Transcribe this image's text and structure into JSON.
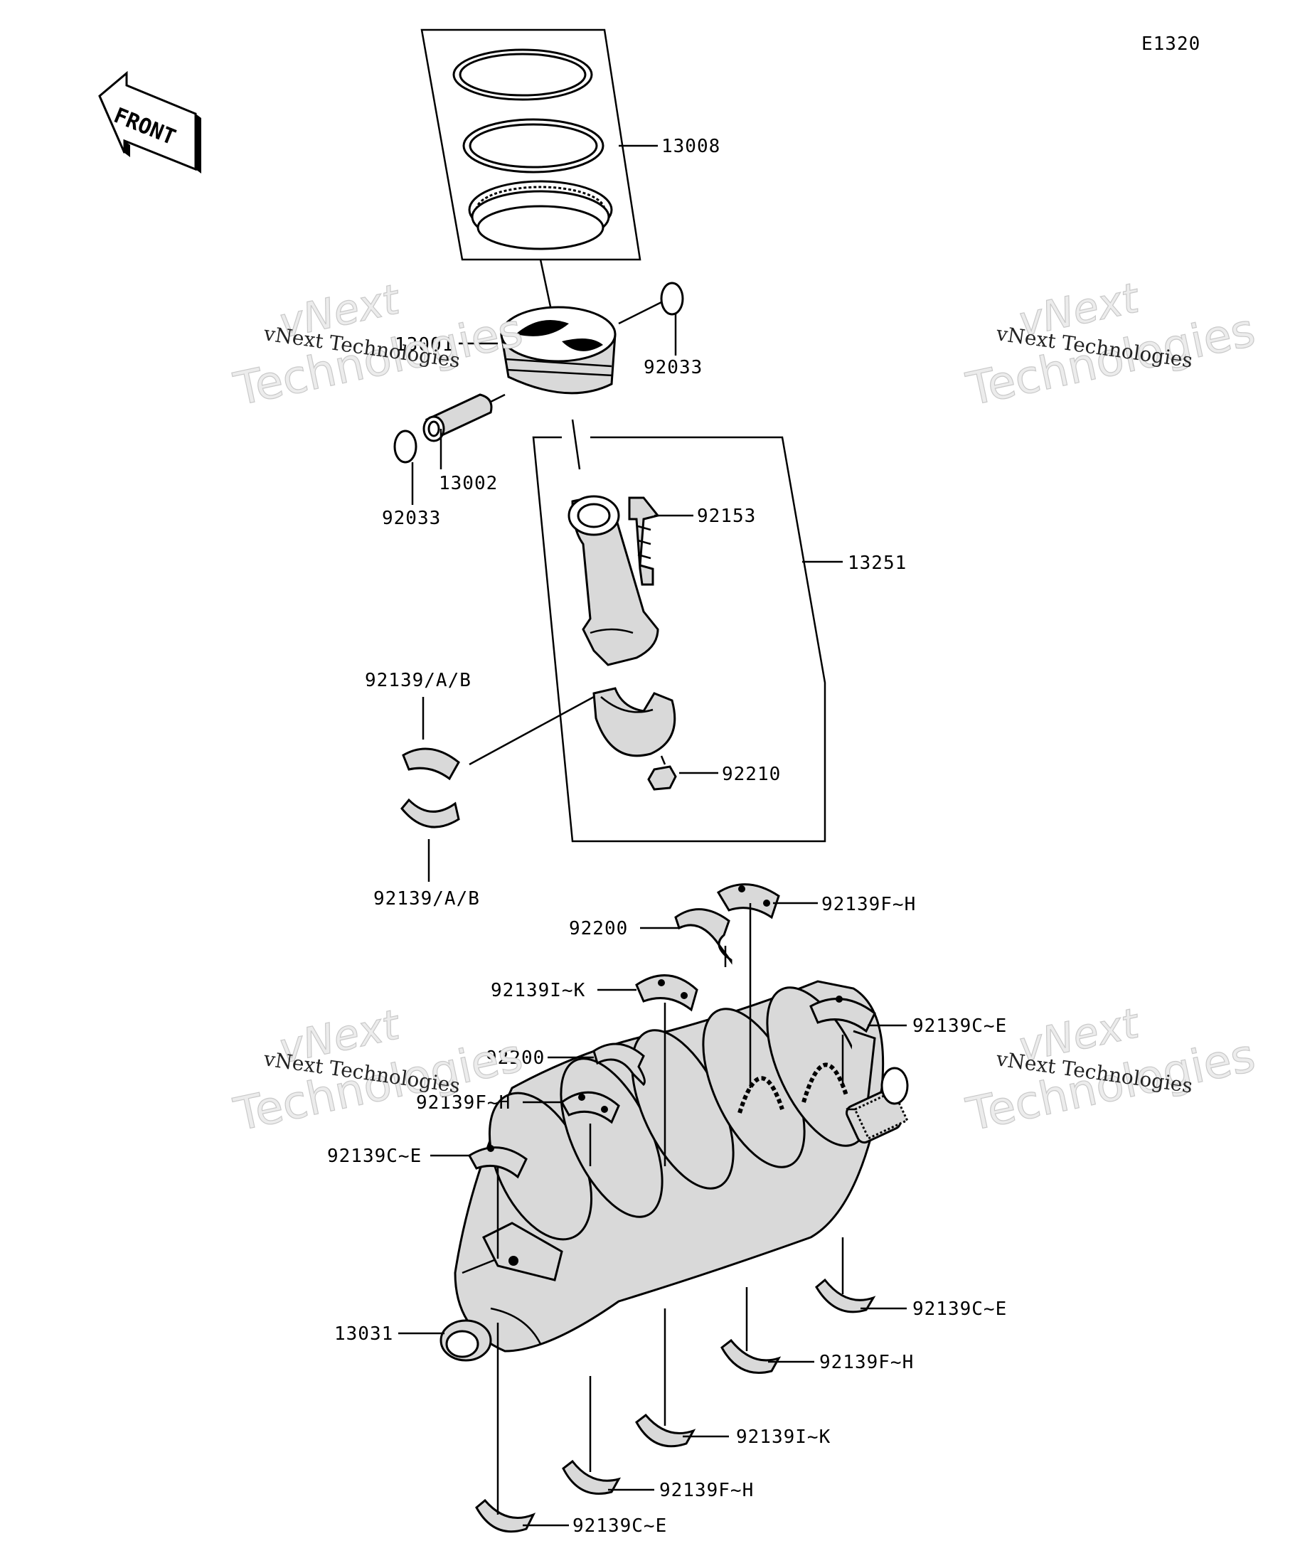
{
  "diagram_code": "E1320",
  "front_label": "FRONT",
  "watermarks": [
    {
      "line1": "vNext",
      "line2": "Technologies",
      "caption": "vNext Technologies"
    },
    {
      "line1": "vNext",
      "line2": "Technologies",
      "caption": "vNext Technologies"
    },
    {
      "line1": "vNext",
      "line2": "Technologies",
      "caption": "vNext Technologies"
    },
    {
      "line1": "vNext",
      "line2": "Technologies",
      "caption": "vNext Technologies"
    }
  ],
  "callouts": [
    {
      "part": "13008"
    },
    {
      "part": "13001"
    },
    {
      "part": "92033"
    },
    {
      "part": "13002"
    },
    {
      "part": "92033"
    },
    {
      "part": "92153"
    },
    {
      "part": "13251"
    },
    {
      "part": "92139/A/B"
    },
    {
      "part": "92210"
    },
    {
      "part": "92139/A/B"
    },
    {
      "part": "92139F~H"
    },
    {
      "part": "92200"
    },
    {
      "part": "92139I~K"
    },
    {
      "part": "92139C~E"
    },
    {
      "part": "92200"
    },
    {
      "part": "92139F~H"
    },
    {
      "part": "92139C~E"
    },
    {
      "part": "92139C~E"
    },
    {
      "part": "13031"
    },
    {
      "part": "92139F~H"
    },
    {
      "part": "92139I~K"
    },
    {
      "part": "92139F~H"
    },
    {
      "part": "92139C~E"
    }
  ]
}
